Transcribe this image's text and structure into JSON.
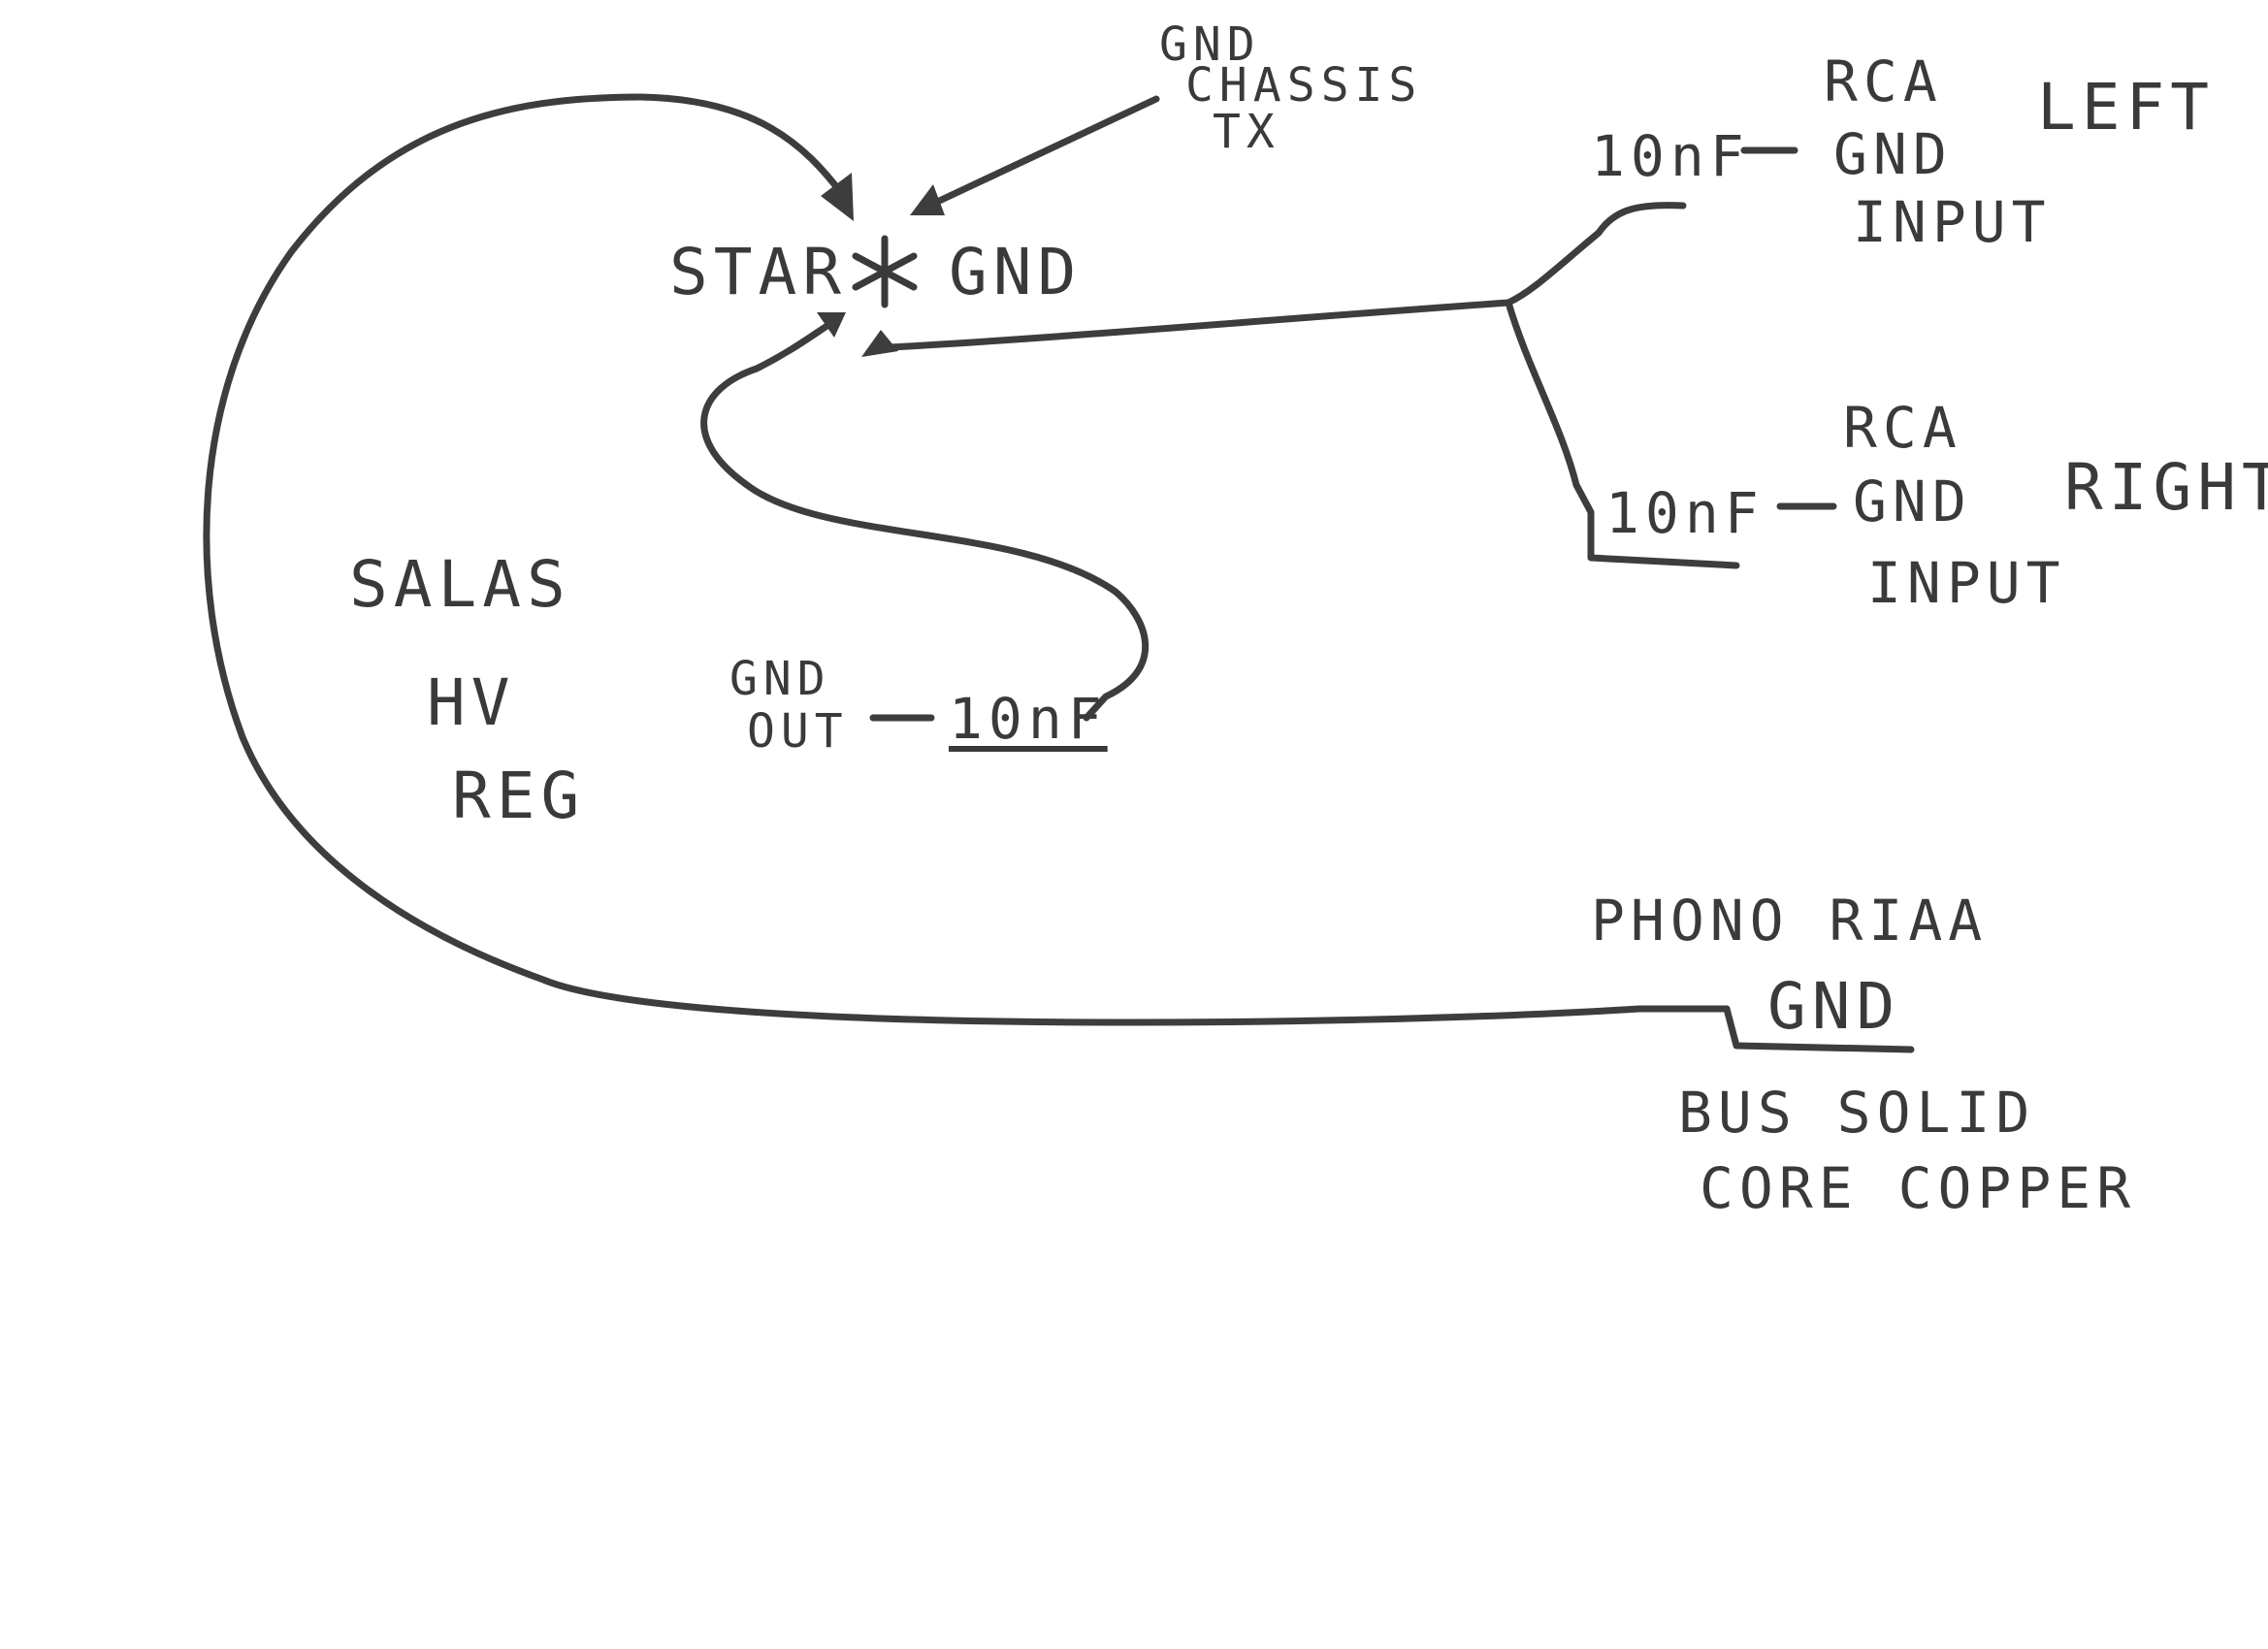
{
  "labels": {
    "gnd_chassis_tx": [
      "GND",
      "CHASSIS",
      "TX"
    ],
    "star": "STAR",
    "star_gnd": "GND",
    "rca_left": [
      "RCA",
      "GND",
      "INPUT"
    ],
    "left": "LEFT",
    "cap_left": "10nF",
    "rca_right": [
      "RCA",
      "GND",
      "INPUT"
    ],
    "right": "RIGHT",
    "cap_right": "10nF",
    "salas": [
      "SALAS",
      "HV",
      "REG"
    ],
    "gnd_out": [
      "GND",
      "OUT"
    ],
    "cap_out": "10nF",
    "phono": [
      "PHONO RIAA",
      "GND"
    ],
    "bus": [
      "BUS SOLID",
      "CORE COPPER"
    ]
  },
  "colors": {
    "ink": "#3a3a3a",
    "paper": "#ffffff"
  }
}
